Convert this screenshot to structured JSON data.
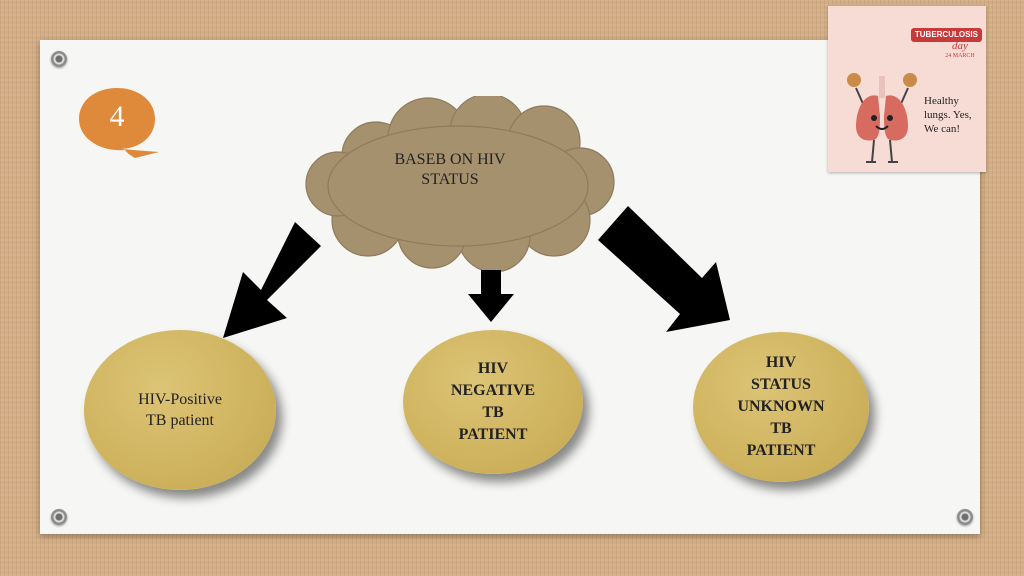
{
  "slide": {
    "number": "4"
  },
  "root": {
    "label": "BASEB ON HIV\nSTATUS"
  },
  "nodes": [
    {
      "label": "HIV-Positive\nTB patient"
    },
    {
      "label": "HIV\nNEGATIVE\nTB\nPATIENT"
    },
    {
      "label": "HIV\nSTATUS\nUNKNOWN\nTB\nPATIENT"
    }
  ],
  "logo": {
    "badge": "TUBERCULOSIS",
    "day": "day",
    "date": "24 MARCH",
    "tagline": "Healthy lungs. Yes, We can!"
  },
  "colors": {
    "accent_number": "#df8a3b",
    "cloud": "#a6916f",
    "ellipse": "#cfb35e",
    "arrow": "#000000",
    "board": "#f6f6f4",
    "logo_badge": "#c8393a"
  }
}
